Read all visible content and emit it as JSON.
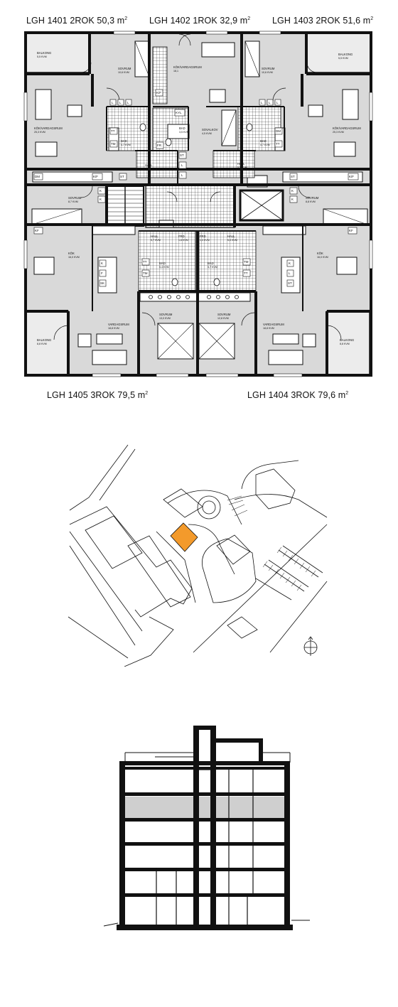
{
  "apartments": {
    "lgh1401": {
      "id": "LGH 1401",
      "type": "2ROK",
      "area": "50,3 m",
      "sup": "2"
    },
    "lgh1402": {
      "id": "LGH 1402",
      "type": "1ROK",
      "area": "32,9 m",
      "sup": "2"
    },
    "lgh1403": {
      "id": "LGH 1403",
      "type": "2ROK",
      "area": "51,6 m",
      "sup": "2"
    },
    "lgh1405": {
      "id": "LGH 1405",
      "type": "3ROK",
      "area": "79,5 m",
      "sup": "2"
    },
    "lgh1404": {
      "id": "LGH 1404",
      "type": "3ROK",
      "area": "79,6 m",
      "sup": "2"
    }
  },
  "rooms": {
    "balkong_tl": [
      "BALKONG",
      "5,5 KVM"
    ],
    "sovrum_1401": [
      "SOVRUM",
      "10,6 KVM"
    ],
    "kok_1402": [
      "KÖK/VARDAGSRUM",
      "18,1"
    ],
    "sovrum_1403": [
      "SOVRUM",
      "10,6 KVM"
    ],
    "balkong_tr": [
      "BALKONG",
      "5,5 KVM"
    ],
    "kok_1401": [
      "KÖK/VARDAGSRUM",
      "25,3 KVM"
    ],
    "sovalkov_1402": [
      "SOVALKOV",
      "4,5 KVM"
    ],
    "kok_1403": [
      "KÖK/VARDAGSRUM",
      "25,3 KVM"
    ],
    "bad_1401": [
      "BAD",
      "4,7 KVM"
    ],
    "bad_1402": [
      "BAD",
      "3,5 KVM"
    ],
    "bad_1403": [
      "BAD",
      "4,7 KVM"
    ],
    "hall_1401": [
      "HALL",
      "4,8 KVM"
    ],
    "hall_1403": [
      "HALL",
      "5,0 KVM"
    ],
    "sovrum_1405a": [
      "SOVRUM",
      "8,7 KVM"
    ],
    "sovrum_1404a": [
      "SOVRUM",
      "8,8 KVM"
    ],
    "kok_1405": [
      "KÖK",
      "16,0 KVM"
    ],
    "kok_1404": [
      "KÖK",
      "16,0 KVM"
    ],
    "frd_1405": [
      "FRD",
      "1,6 KVM"
    ],
    "frd_1404": [
      "FRD",
      "1,3 KVM"
    ],
    "bad_1405": [
      "BAD",
      "5,4 KVM"
    ],
    "bad_1404": [
      "BAD",
      "5,7 KVM"
    ],
    "hall_1405": [
      "HALL",
      "5,7 KVM"
    ],
    "hall_1404": [
      "HALL",
      "5,0 KVM"
    ],
    "balkong_bl": [
      "BALKONG",
      "8,8 KVM"
    ],
    "vardagsrum_1405": [
      "VARDAGSRUM",
      "18,8 KVM"
    ],
    "sovrum_1405b": [
      "SOVRUM",
      "13,0 KVM"
    ],
    "sovrum_1404b": [
      "SOVRUM",
      "12,8 KVM"
    ],
    "vardagsrum_1404": [
      "VARDAGSRUM",
      "18,8 KVM"
    ],
    "balkong_br": [
      "BALKONG",
      "8,8 KVM"
    ]
  },
  "fixtures": {
    "kf": "K/F",
    "k": "K",
    "f": "F",
    "l": "L",
    "st": "ST",
    "tt": "TT",
    "tm": "TM",
    "sk": "SK",
    "dm": "DM",
    "kyl": "KYL",
    "fr": "FR",
    "kfs": "KF"
  },
  "colors": {
    "floor": "#d9d9d9",
    "wall": "#111111",
    "highlight": "#f39a2b",
    "section_highlight": "#cfcfcf"
  },
  "site_plan": {
    "highlighted_building": "building",
    "north_arrow": "north-arrow-icon"
  },
  "section": {
    "highlighted_floor": 4
  }
}
